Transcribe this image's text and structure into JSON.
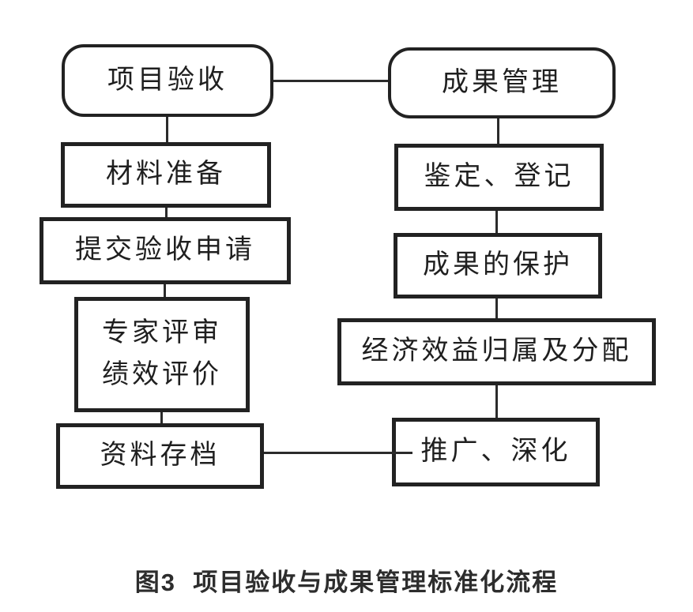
{
  "colors": {
    "ink": "#222222",
    "line": "#2b2b2b",
    "background": "#ffffff"
  },
  "diagram": {
    "left_column": {
      "header": "项目验收",
      "step1": "材料准备",
      "step2": "提交验收申请",
      "step3_line1": "专家评审",
      "step3_line2": "绩效评价",
      "step4": "资料存档"
    },
    "right_column": {
      "header": "成果管理",
      "step1": "鉴定、登记",
      "step2": "成果的保护",
      "step3": "经济效益归属及分配",
      "step4": "推广、深化"
    }
  },
  "caption": "图3  项目验收与成果管理标准化流程"
}
